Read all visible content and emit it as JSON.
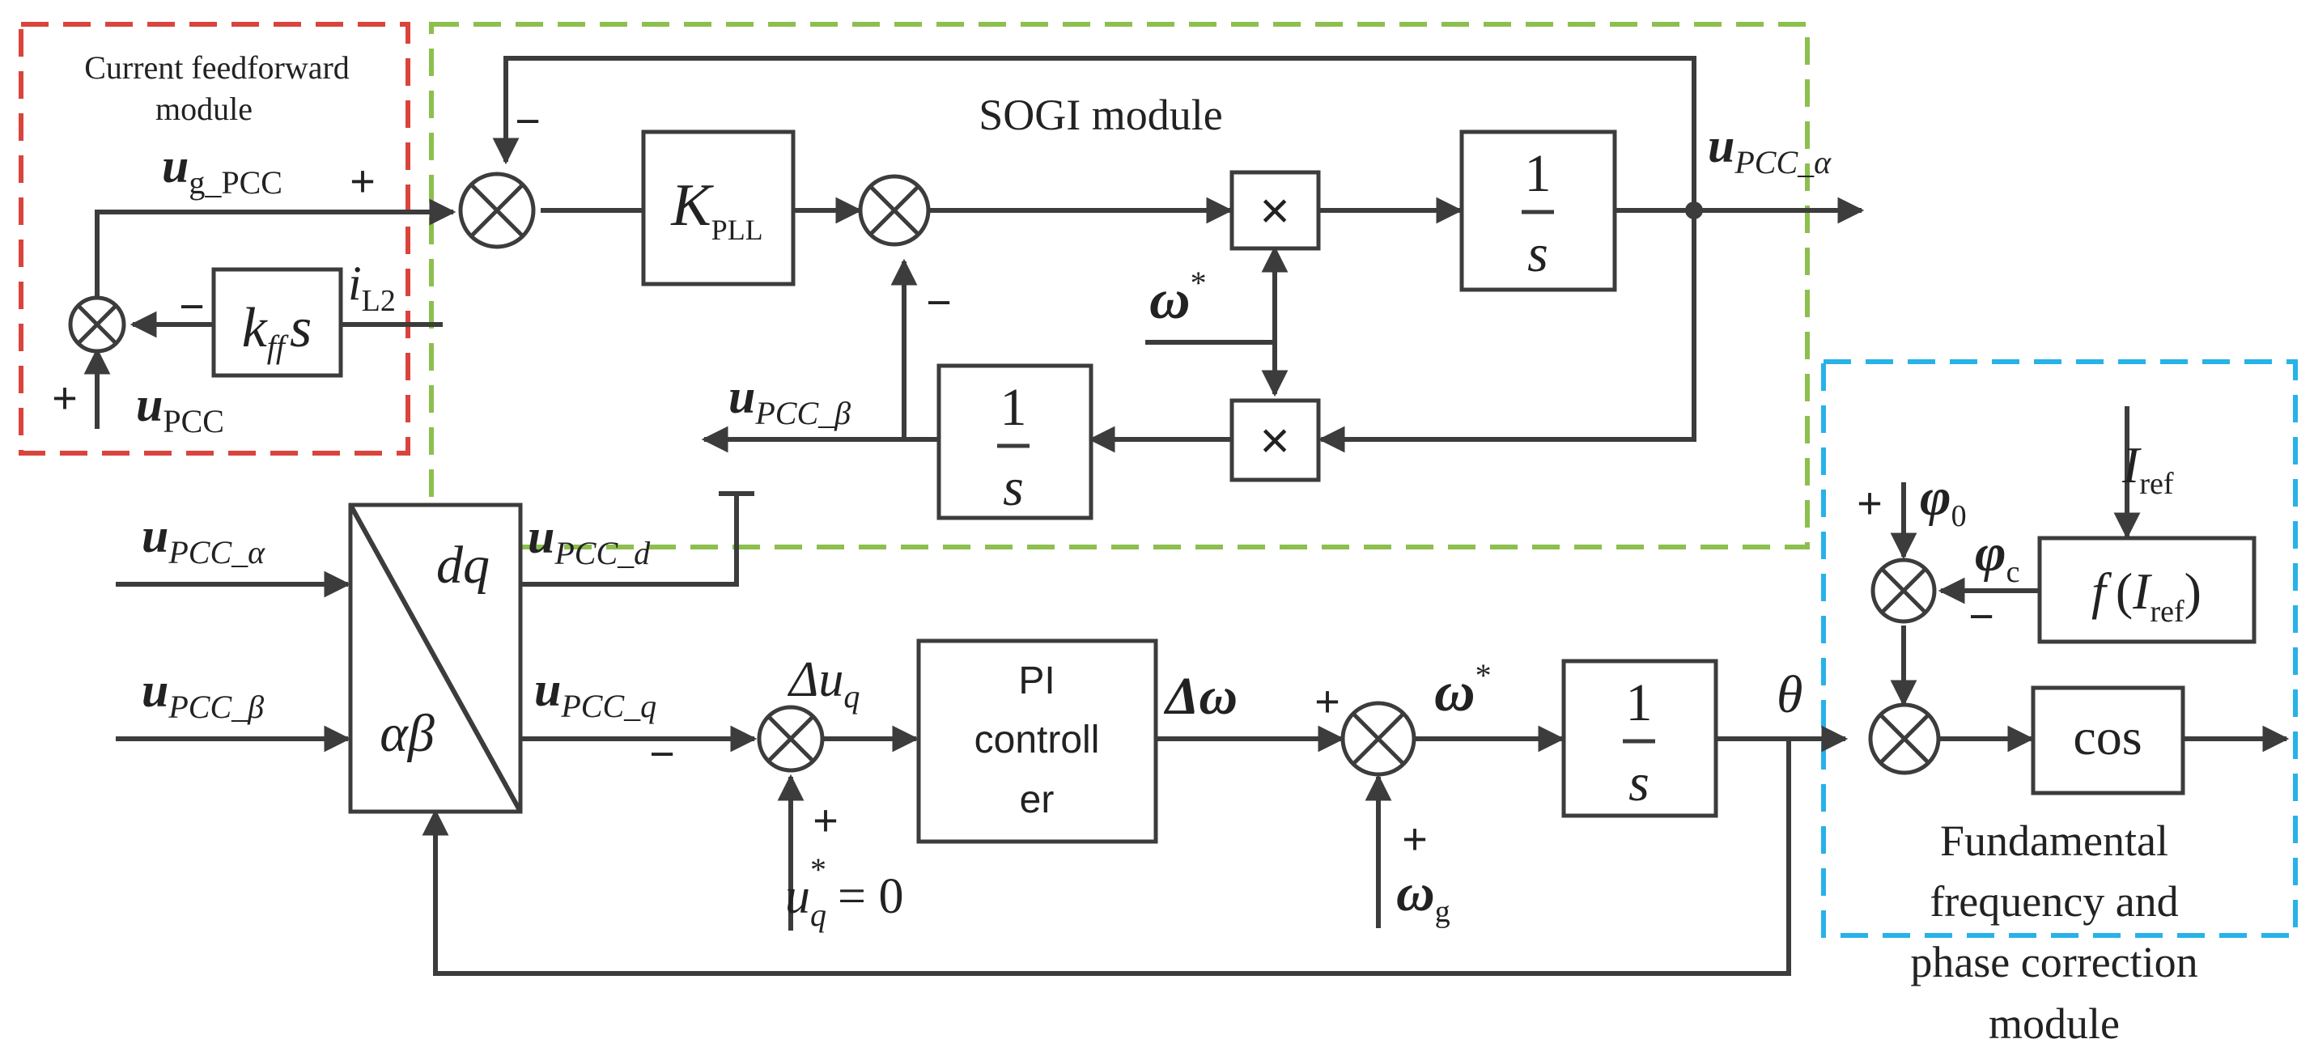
{
  "modules": {
    "current_feedforward": {
      "title_line1": "Current feedforward",
      "title_line2": "module",
      "color": "#d9443c"
    },
    "sogi": {
      "title": "SOGI module",
      "color": "#8dbf4e"
    },
    "phase_correction": {
      "title_line1": "Fundamental",
      "title_line2": "frequency and",
      "title_line3": "phase correction",
      "title_line4": "module",
      "color": "#27b2e8"
    }
  },
  "blocks": {
    "kpll": {
      "main": "K",
      "sub": "PLL"
    },
    "kff": {
      "main": "k",
      "sub": "ff",
      "tail": "s"
    },
    "integrator_numerator": "1",
    "integrator_denominator": "s",
    "multiplier": "×",
    "park_top": "dq",
    "park_bottom": "αβ",
    "pi_line1": "PI",
    "pi_line2": "controll",
    "pi_line3": "er",
    "cos": "cos",
    "func": {
      "f": "f",
      "open": "(",
      "main": "I",
      "sub": "ref",
      "close": ")"
    }
  },
  "signals": {
    "ug_pcc": {
      "main": "u",
      "sub": "g_PCC"
    },
    "il2": {
      "main": "i",
      "sub": "L2"
    },
    "upcc": {
      "main": "u",
      "sub": "PCC"
    },
    "upcc_alpha": {
      "main": "u",
      "sub": "PCC_α"
    },
    "upcc_beta": {
      "main": "u",
      "sub": "PCC_β"
    },
    "upcc_d": {
      "main": "u",
      "sub": "PCC_d"
    },
    "upcc_q": {
      "main": "u",
      "sub": "PCC_q"
    },
    "omega_star": {
      "main": "ω",
      "sup": "*"
    },
    "omega_g": {
      "main": "ω",
      "sub": "g"
    },
    "delta_uq": {
      "main": "Δu",
      "sub": "q"
    },
    "delta_omega": "Δω",
    "uq_ref": {
      "main": "u",
      "sub": "q",
      "sup": "*",
      "tail": "= 0"
    },
    "theta": "θ",
    "phi0": {
      "main": "φ",
      "sub": "0"
    },
    "phic": {
      "main": "φ",
      "sub": "c"
    },
    "iref": {
      "main": "I",
      "sub": "ref"
    }
  },
  "signs": {
    "plus": "+",
    "minus": "−"
  }
}
